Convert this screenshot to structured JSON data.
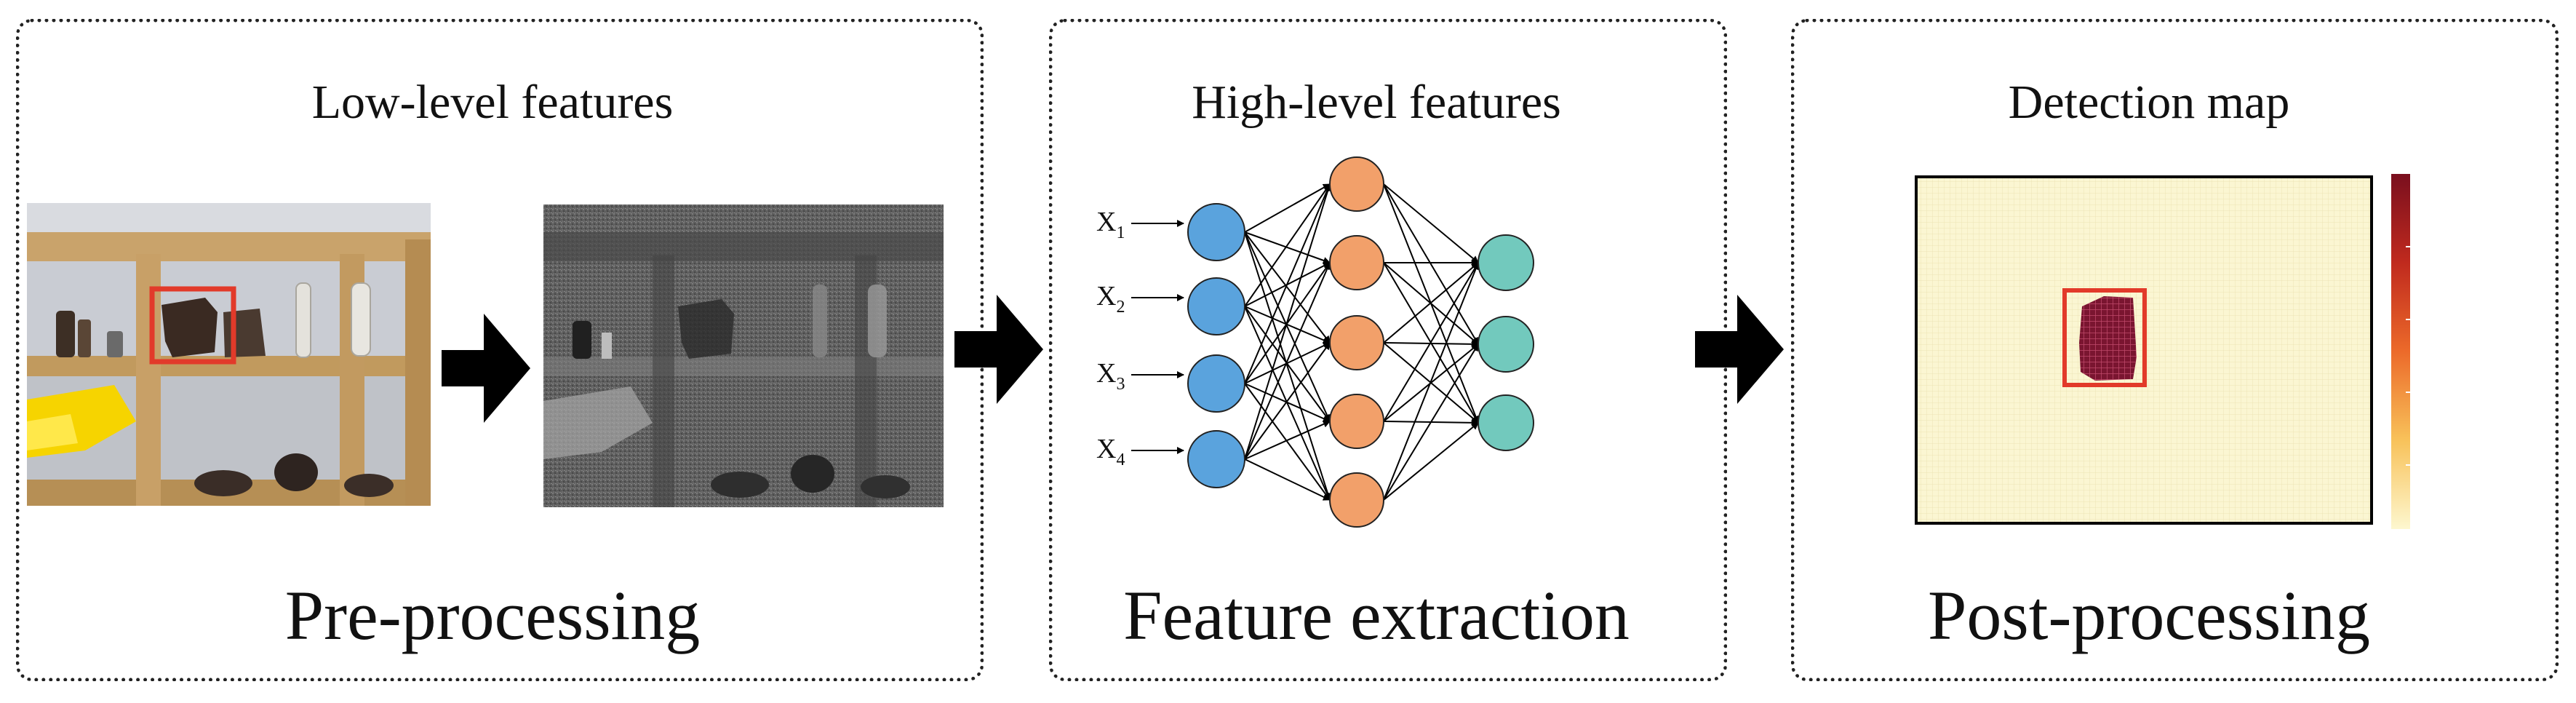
{
  "panels": [
    {
      "subtitle": "Low-level features",
      "stage": "Pre-processing"
    },
    {
      "subtitle": "High-level features",
      "stage": "Feature extraction"
    },
    {
      "subtitle": "Detection map",
      "stage": "Post-processing"
    }
  ],
  "network": {
    "input_labels": [
      {
        "base": "X",
        "sub": "1"
      },
      {
        "base": "X",
        "sub": "2"
      },
      {
        "base": "X",
        "sub": "3"
      },
      {
        "base": "X",
        "sub": "4"
      }
    ],
    "layer_sizes": [
      4,
      5,
      3
    ],
    "colors": {
      "input": "#5aa3dd",
      "hidden": "#f2a06a",
      "output": "#72c9bd"
    }
  },
  "colors": {
    "highlight_box": "#e23a2a",
    "detection_background": "#fbf6d2",
    "detection_blob": "#7a1530",
    "colorbar_top": "#7a0f1e",
    "colorbar_bottom": "#fdf7cf"
  }
}
